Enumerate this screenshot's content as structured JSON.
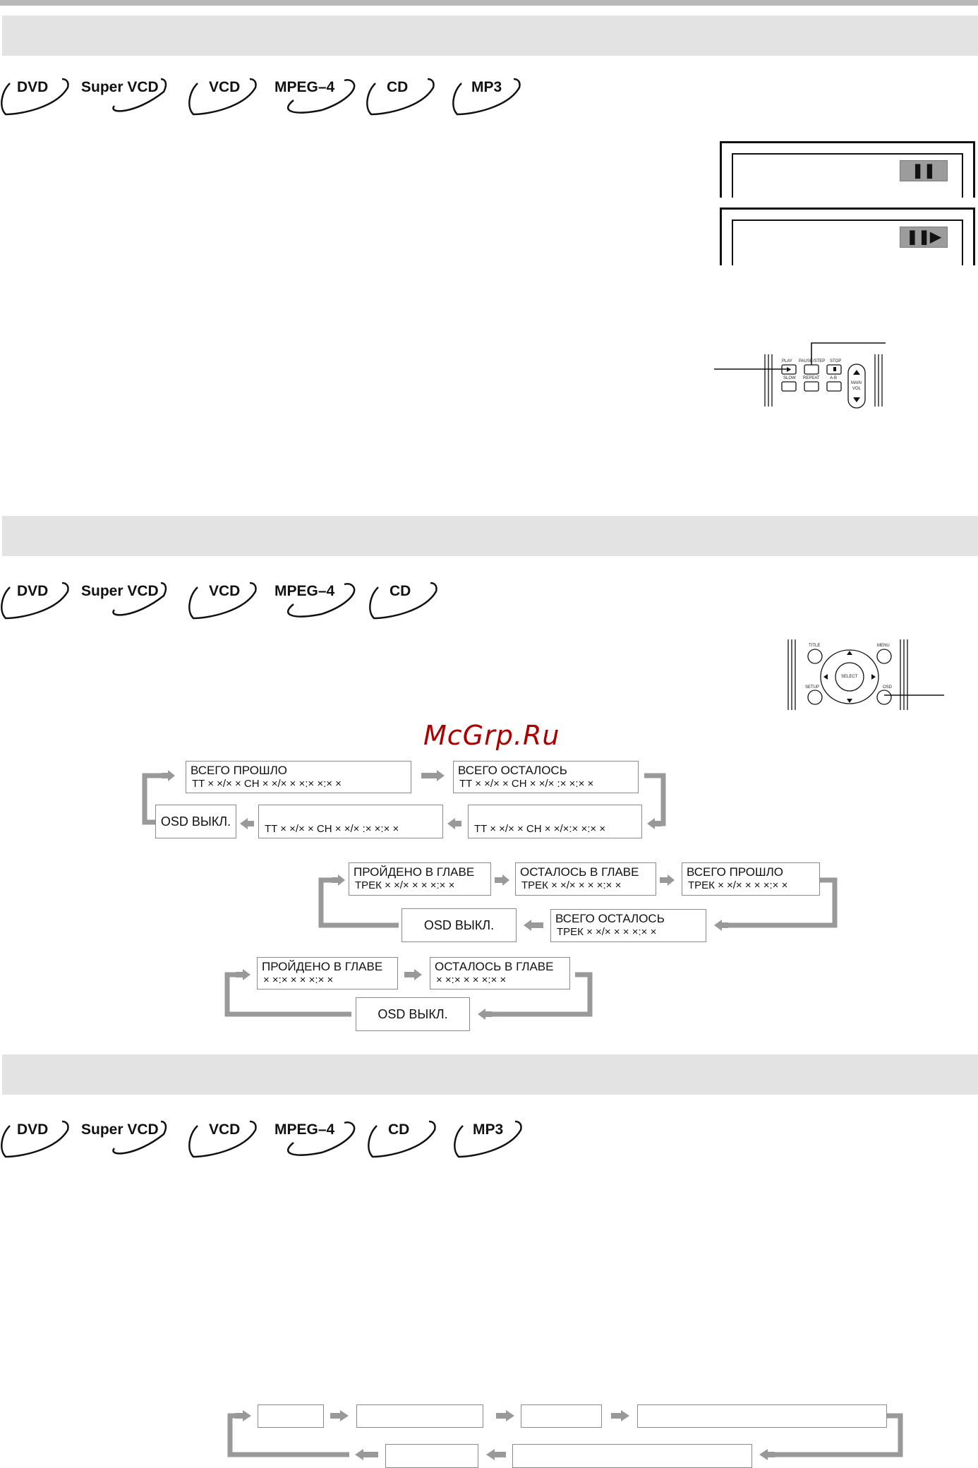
{
  "formats": {
    "row1": [
      "DVD",
      "Super VCD",
      "VCD",
      "MPEG–4",
      "CD",
      "MP3"
    ],
    "row2": [
      "DVD",
      "Super VCD",
      "VCD",
      "MPEG–4",
      "CD"
    ],
    "row3": [
      "DVD",
      "Super VCD",
      "VCD",
      "MPEG–4",
      "CD",
      "MP3"
    ]
  },
  "screens": {
    "pause_icon": "❚❚",
    "step_icon": "❚❚▶"
  },
  "remote1": {
    "play": "PLAY",
    "pause_step": "PAUSE/STEP",
    "stop": "STOP",
    "slow": "SLOW",
    "repeat": "REPEAT",
    "ab": "A-B",
    "main": "MAIN",
    "vol": "VOL"
  },
  "remote2": {
    "title": "TITLE",
    "menu": "MENU",
    "select": "SELECT",
    "setup": "SETUP",
    "osd": "OSD"
  },
  "watermark": "McGrp.Ru",
  "flow1": {
    "total_elapsed": {
      "line1": "ВСЕГО ПРОШЛО",
      "line2": "TT × ×/× ×  CH × ×/× ×  ×:× ×:× ×"
    },
    "total_remain": {
      "line1": "ВСЕГО ОСТАЛОСЬ",
      "line2": "TT × ×/× ×  CH × ×/× :× ×:× ×"
    },
    "chapter_remain": {
      "line2": "TT × ×/× × CH × ×/×:× ×:× ×"
    },
    "chapter_elapsed": {
      "line2": "TT × ×/× ×  CH × ×/× :× ×:× ×"
    },
    "osd_off": "OSD  ВЫКЛ."
  },
  "flow2": {
    "track_elapsed": {
      "line1": "ПРОЙДЕНО В ГЛАВЕ",
      "line2": "ТРЕК × ×/× ×  × ×:× ×"
    },
    "track_remain": {
      "line1": "ОСТАЛОСЬ В ГЛАВЕ",
      "line2": "ТРЕК × ×/× ×  × ×:× ×"
    },
    "total_elapsed": {
      "line1": "ВСЕГО ПРОШЛО",
      "line2": "ТРЕК × ×/× ×  × ×:× ×"
    },
    "total_remain": {
      "line1": "ВСЕГО ОСТАЛОСЬ",
      "line2": "ТРЕК × ×/× ×  × ×:× ×"
    },
    "osd_off": "OSD ВЫКЛ."
  },
  "flow3": {
    "elapsed": {
      "line1": "ПРОЙДЕНО В ГЛАВЕ",
      "line2": "× ×:× ×   × ×:× ×"
    },
    "remain": {
      "line1": "ОСТАЛОСЬ В ГЛАВЕ",
      "line2": "× ×:× ×   × ×:× ×"
    },
    "osd_off": "OSD ВЫКЛ."
  }
}
